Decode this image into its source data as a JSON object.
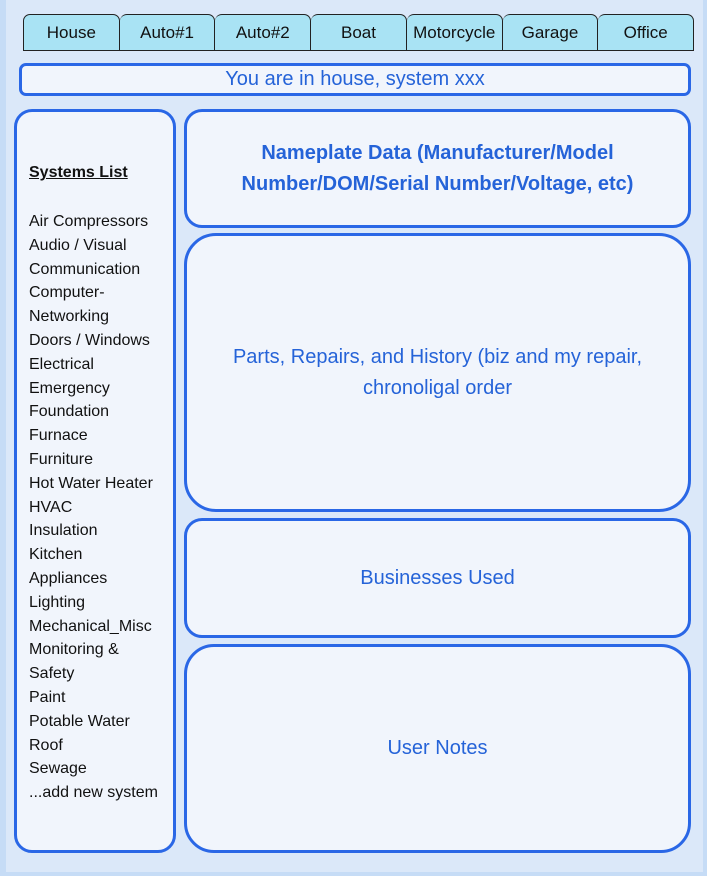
{
  "tabs": [
    "House",
    "Auto#1",
    "Auto#2",
    "Boat",
    "Motorcycle",
    "Garage",
    "Office"
  ],
  "location_banner": "You are in house, system xxx",
  "systems": {
    "title": "Systems List",
    "items": [
      "Air Compressors",
      "Audio / Visual",
      "Communication",
      "Computer-",
      "Networking",
      "Doors / Windows",
      "Electrical",
      "Emergency",
      "Foundation",
      "Furnace",
      "Furniture",
      "Hot Water Heater",
      "HVAC",
      "Insulation",
      "Kitchen",
      "Appliances",
      "Lighting",
      "Mechanical_Misc",
      "Monitoring &",
      "Safety",
      "Paint",
      "Potable Water",
      "Roof",
      "Sewage",
      "...add new system"
    ]
  },
  "panels": {
    "nameplate": "Nameplate Data (Manufacturer/Model Number/DOM/Serial Number/Voltage, etc)",
    "parts": "Parts, Repairs, and History (biz and my repair, chronoligal order",
    "businesses": "Businesses Used",
    "notes": "User Notes"
  },
  "colors": {
    "accent": "#2a67e6",
    "text_accent": "#2563d8",
    "tab_fill": "#a9e3f4",
    "panel_fill": "#f1f5fc",
    "page_background": "#c6dcf6"
  }
}
